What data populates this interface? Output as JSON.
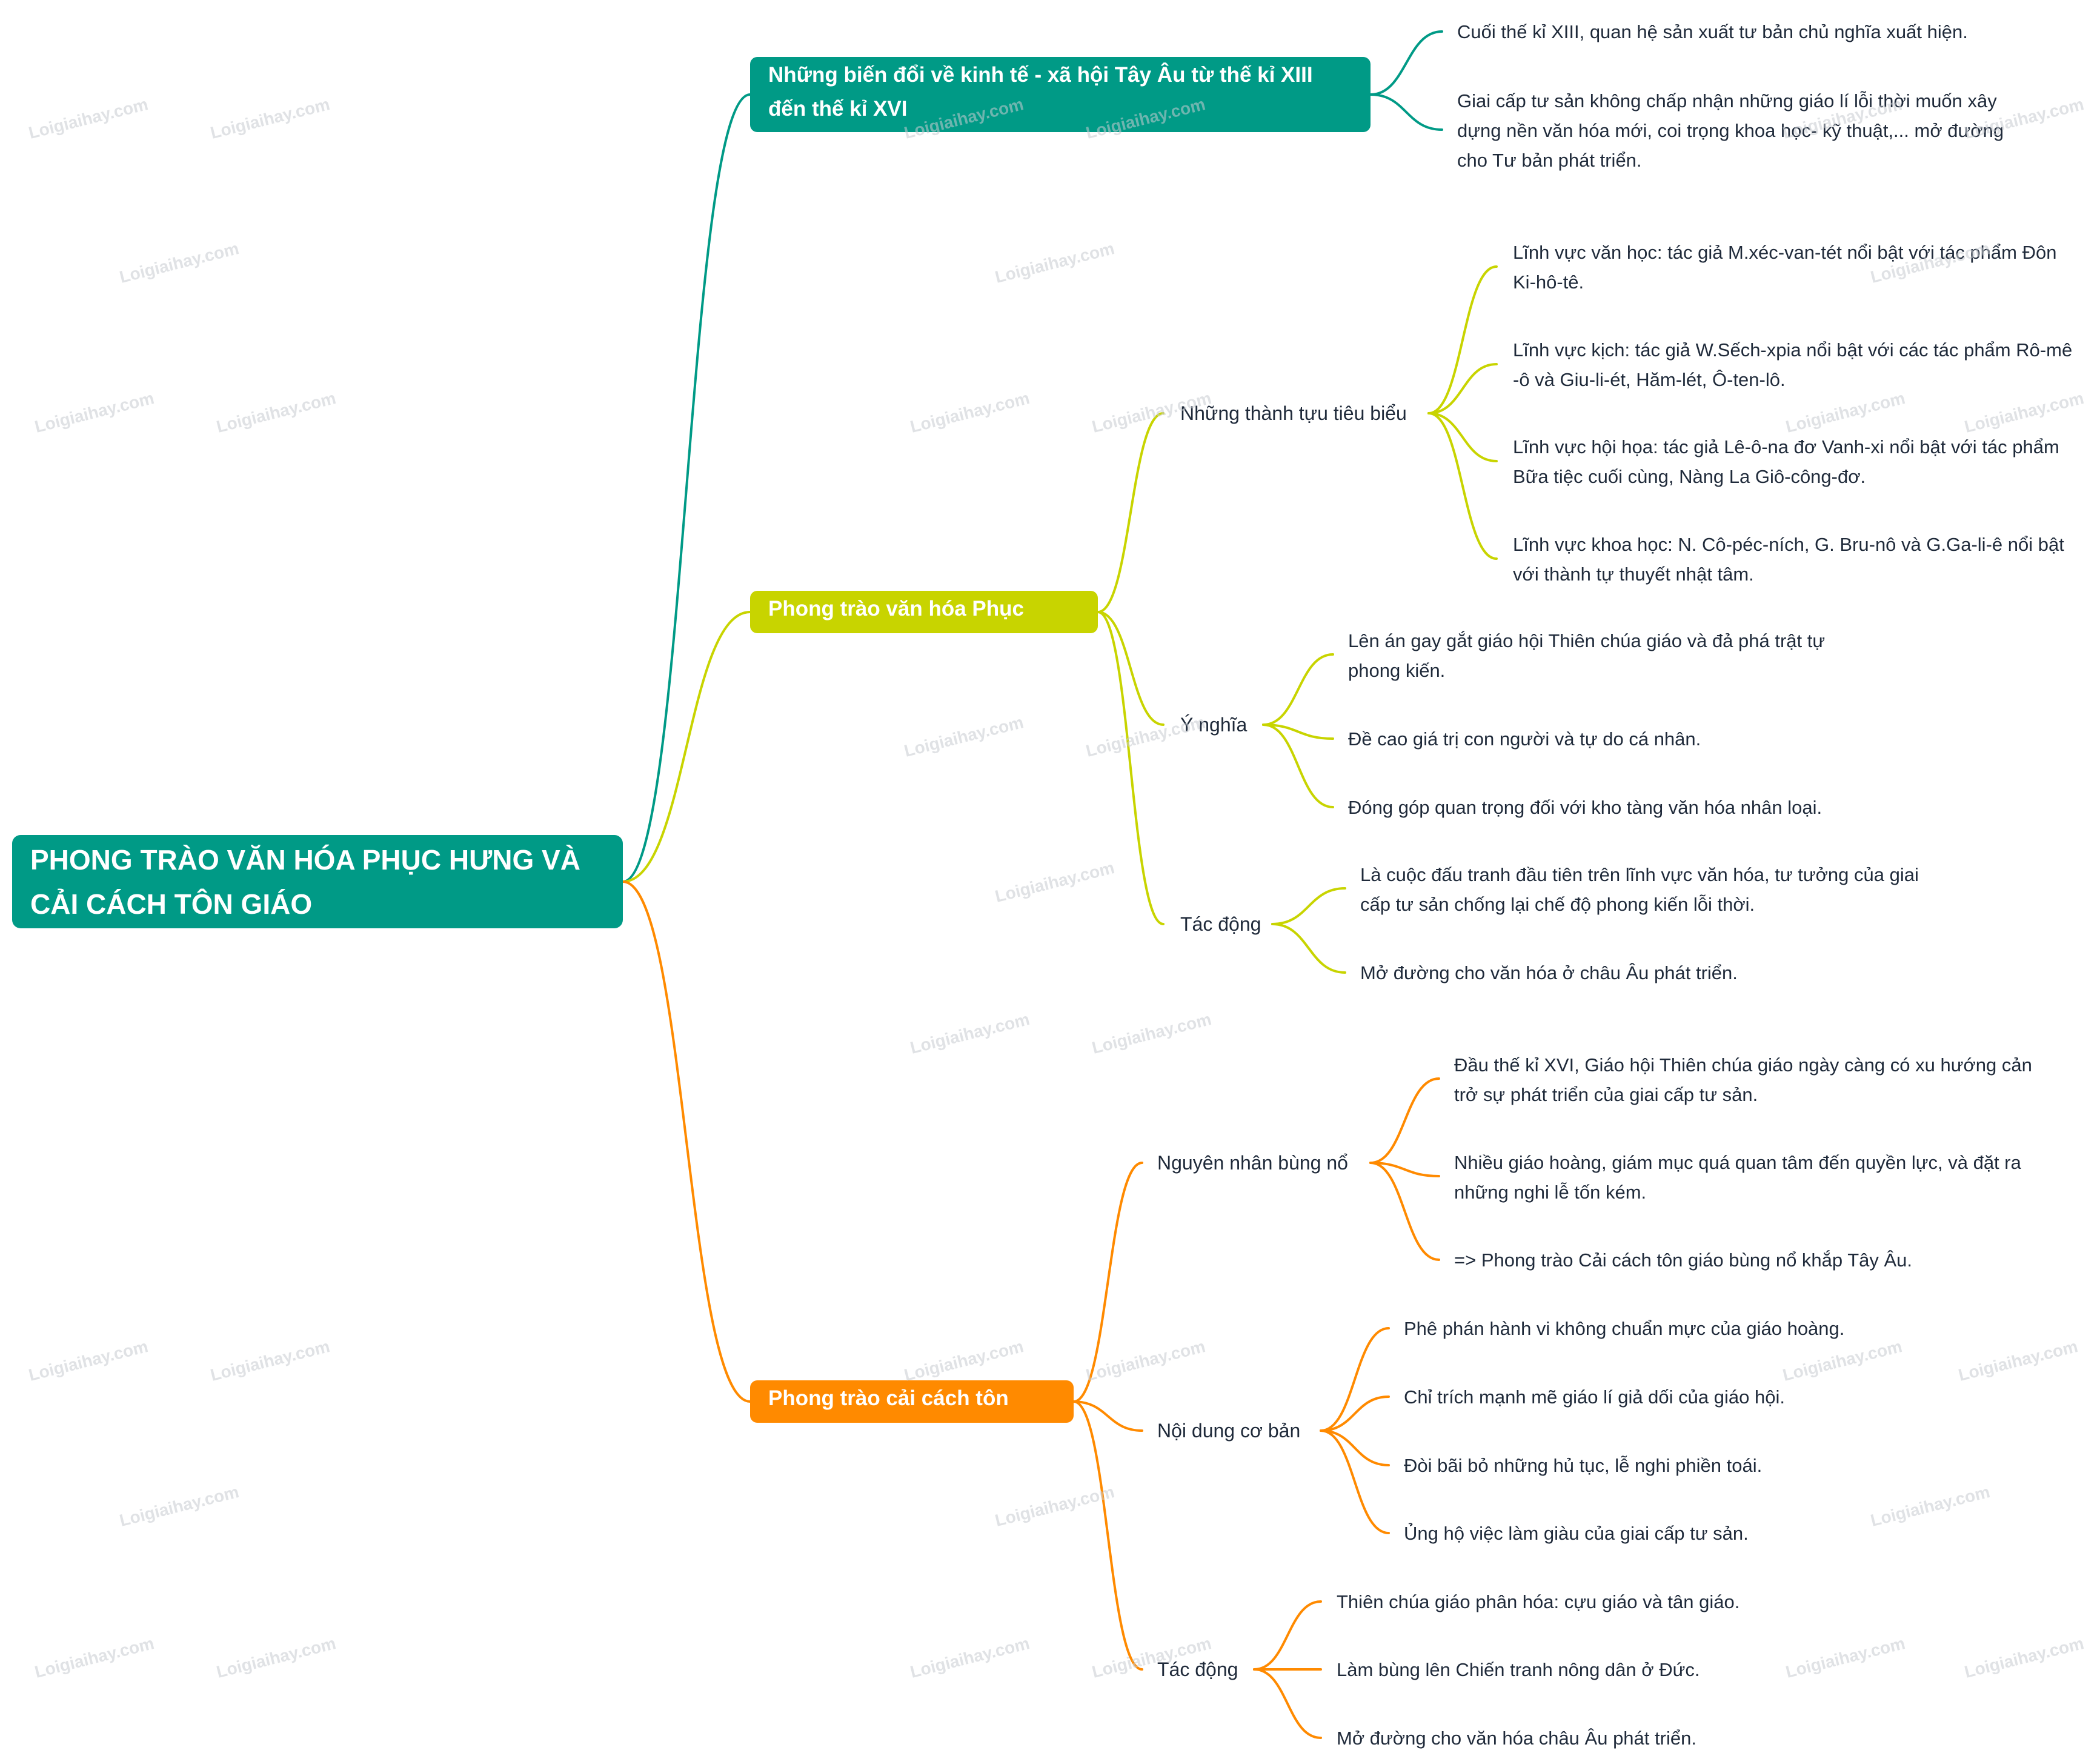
{
  "colors": {
    "teal": "#009a86",
    "lime": "#c8d400",
    "orange": "#ff8a00"
  },
  "root": {
    "title": "PHONG TRÀO VĂN HÓA PHỤC HƯNG VÀ CẢI CÁCH TÔN GIÁO"
  },
  "branch1": {
    "title": "Những biến đổi về kinh tế - xã hội Tây Âu từ thế kỉ XIII đến thế kỉ XVI",
    "leaves": [
      "Cuối thế kỉ XIII, quan hệ sản xuất tư bản chủ nghĩa xuất hiện.",
      "Giai cấp tư sản không chấp nhận những giáo lí lỗi thời muốn xây dựng nền văn hóa mới, coi trọng khoa học- kỹ thuật,... mở đường cho Tư bản phát triển."
    ]
  },
  "branch2": {
    "title": "Phong trào văn hóa Phục hưng",
    "achievements": {
      "label": "Những thành tựu tiêu biểu",
      "leaves": [
        "Lĩnh vực văn học: tác giả M.xéc-van-tét nổi bật với tác phẩm Đôn Ki-hô-tê.",
        "Lĩnh vực kịch: tác giả W.Sếch-xpia nổi bật với các tác phẩm Rô-mê -ô và Giu-li-ét, Hăm-lét, Ô-ten-lô.",
        "Lĩnh vực hội họa: tác giả Lê-ô-na đơ Vanh-xi nổi bật với tác phẩm Bữa tiệc cuối cùng, Nàng La Giô-công-đơ.",
        "Lĩnh vực khoa học: N. Cô-péc-ních, G. Bru-nô và G.Ga-li-ê nổi bật với thành tự thuyết nhật tâm."
      ]
    },
    "meaning": {
      "label": "Ý nghĩa",
      "leaves": [
        "Lên án gay gắt giáo hội Thiên chúa giáo và đả phá trật tự phong kiến.",
        "Đề cao giá trị con người và tự do cá nhân.",
        "Đóng góp quan trọng đối với kho tàng văn hóa nhân loại."
      ]
    },
    "impact": {
      "label": "Tác động",
      "leaves": [
        "Là cuộc đấu tranh đầu tiên trên lĩnh vực văn hóa, tư tưởng của giai cấp tư sản chống lại chế độ phong kiến lỗi thời.",
        "Mở đường cho văn hóa ở châu Âu phát triển."
      ]
    }
  },
  "branch3": {
    "title": "Phong trào cải cách tôn giáo",
    "causes": {
      "label": "Nguyên nhân bùng nổ",
      "leaves": [
        "Đầu thế kỉ XVI, Giáo hội Thiên chúa giáo ngày càng có xu hướng cản trở sự phát triển của giai cấp tư sản.",
        "Nhiều giáo hoàng, giám mục quá quan tâm đến quyền lực, và đặt ra những nghi lễ tốn kém.",
        "=> Phong trào Cải cách tôn giáo bùng nổ khắp Tây Âu."
      ]
    },
    "content": {
      "label": "Nội dung cơ bản",
      "leaves": [
        "Phê phán hành vi không chuẩn mực của giáo hoàng.",
        "Chỉ trích mạnh mẽ giáo lí giả dối của giáo hội.",
        "Đòi bãi bỏ những hủ tục, lễ nghi phiền toái.",
        "Ủng hộ việc làm giàu của giai cấp tư sản."
      ]
    },
    "impact": {
      "label": "Tác động",
      "leaves": [
        "Thiên chúa giáo phân hóa: cựu giáo và tân giáo.",
        "Làm bùng lên Chiến tranh nông dân ở Đức.",
        "Mở đường cho văn hóa châu Âu phát triển."
      ]
    }
  },
  "watermark": "Loigiaihay.com"
}
